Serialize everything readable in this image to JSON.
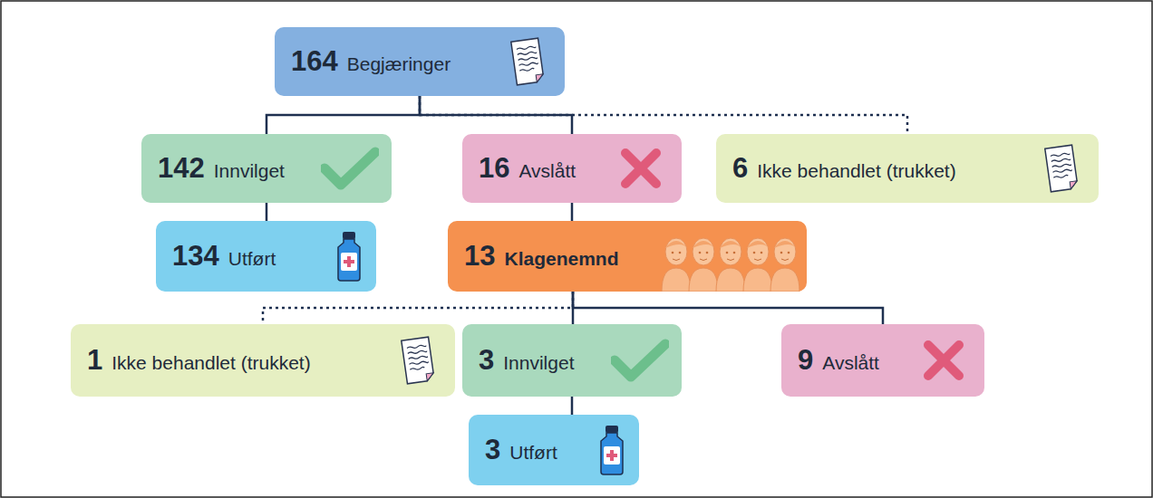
{
  "diagram": {
    "nodes": [
      {
        "text": [
          "164",
          "Begjæringer"
        ]
      },
      {
        "text": [
          "142",
          "Innvilget"
        ]
      },
      {
        "text": [
          "16",
          "Avslått"
        ]
      },
      {
        "text": [
          "6",
          "Ikke behandlet (trukket)"
        ]
      },
      {
        "text": [
          "134",
          "Utført"
        ]
      },
      {
        "text": [
          "13",
          "Klagenemnd"
        ]
      },
      {
        "text": [
          "1",
          "Ikke behandlet (trukket)"
        ]
      },
      {
        "text": [
          "3",
          "Innvilget"
        ]
      },
      {
        "text": [
          "9",
          "Avslått"
        ]
      },
      {
        "text": [
          "3",
          "Utført"
        ]
      }
    ],
    "edges": [
      {
        "from": 0,
        "to": 1,
        "arrow": "none"
      },
      {
        "from": 0,
        "to": 2,
        "arrow": "none"
      },
      {
        "from": 0,
        "to": 3,
        "arrow": "none"
      },
      {
        "from": 1,
        "to": 4,
        "arrow": "none"
      },
      {
        "from": 2,
        "to": 5,
        "arrow": "none"
      },
      {
        "from": 5,
        "to": 6,
        "arrow": "none"
      },
      {
        "from": 5,
        "to": 7,
        "arrow": "none"
      },
      {
        "from": 5,
        "to": 8,
        "arrow": "none"
      },
      {
        "from": 7,
        "to": 9,
        "arrow": "none"
      }
    ]
  }
}
